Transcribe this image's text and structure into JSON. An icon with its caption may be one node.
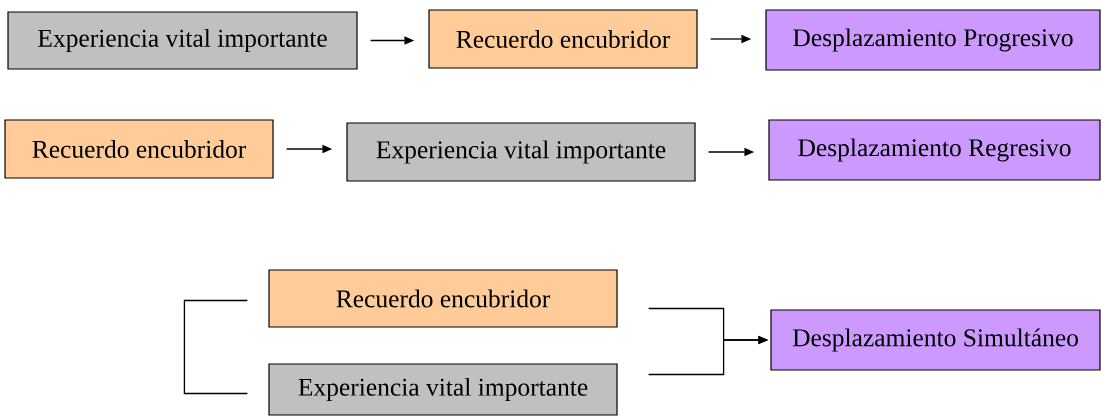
{
  "diagram": {
    "nodes": [
      {
        "text": [
          "Experiencia vital importante"
        ]
      },
      {
        "text": [
          "Recuerdo encubridor"
        ]
      },
      {
        "text": [
          "Desplazamiento Progresivo"
        ]
      },
      {
        "text": [
          "Recuerdo encubridor"
        ]
      },
      {
        "text": [
          "Experiencia vital importante"
        ]
      },
      {
        "text": [
          "Desplazamiento Regresivo"
        ]
      },
      {
        "text": [
          "Recuerdo encubridor"
        ]
      },
      {
        "text": [
          "Experiencia vital importante"
        ]
      },
      {
        "text": [
          "Desplazamiento Simultáneo"
        ]
      }
    ],
    "edges": [
      {
        "from": 0,
        "to": 1,
        "arrow": "to"
      },
      {
        "from": 1,
        "to": 2,
        "arrow": "to"
      },
      {
        "from": 3,
        "to": 4,
        "arrow": "to"
      },
      {
        "from": 4,
        "to": 5,
        "arrow": "to"
      },
      {
        "from": 6,
        "to": 7,
        "arrow": "none"
      },
      {
        "from": 6,
        "to": 8,
        "arrow": "to"
      },
      {
        "from": 7,
        "to": 8,
        "arrow": "to"
      }
    ]
  }
}
